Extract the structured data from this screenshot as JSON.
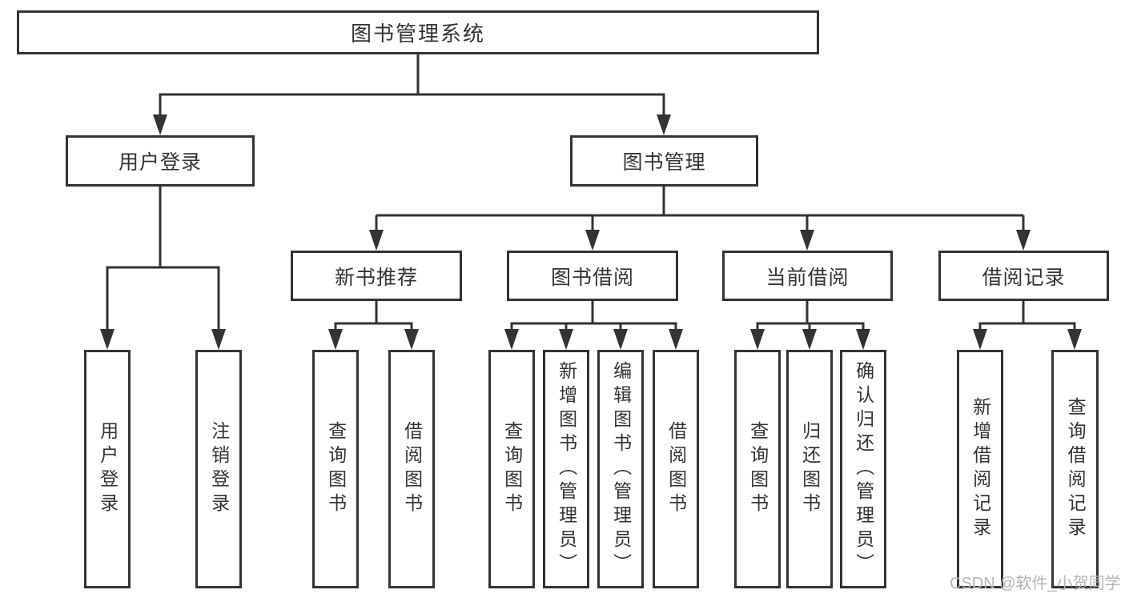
{
  "colors": {
    "line": "#333333",
    "text": "#333333",
    "box-bg": "#ffffff",
    "background": "#ffffff",
    "watermark": "#b4b4b4"
  },
  "watermark": {
    "text": "CSDN @软件_小贺同学"
  },
  "diagram": {
    "root": {
      "label": "图书管理系统"
    },
    "branches": [
      {
        "label": "用户登录",
        "children": [
          {
            "label": "用户登录"
          },
          {
            "label": "注销登录"
          }
        ]
      },
      {
        "label": "图书管理",
        "children": [
          {
            "label": "新书推荐",
            "children": [
              {
                "label": "查询图书"
              },
              {
                "label": "借阅图书"
              }
            ]
          },
          {
            "label": "图书借阅",
            "children": [
              {
                "label": "查询图书"
              },
              {
                "label": "新增图书（管理员）"
              },
              {
                "label": "编辑图书（管理员）"
              },
              {
                "label": "借阅图书"
              }
            ]
          },
          {
            "label": "当前借阅",
            "children": [
              {
                "label": "查询图书"
              },
              {
                "label": "归还图书"
              },
              {
                "label": "确认归还（管理员）"
              }
            ]
          },
          {
            "label": "借阅记录",
            "children": [
              {
                "label": "新增借阅记录"
              },
              {
                "label": "查询借阅记录"
              }
            ]
          }
        ]
      }
    ]
  }
}
